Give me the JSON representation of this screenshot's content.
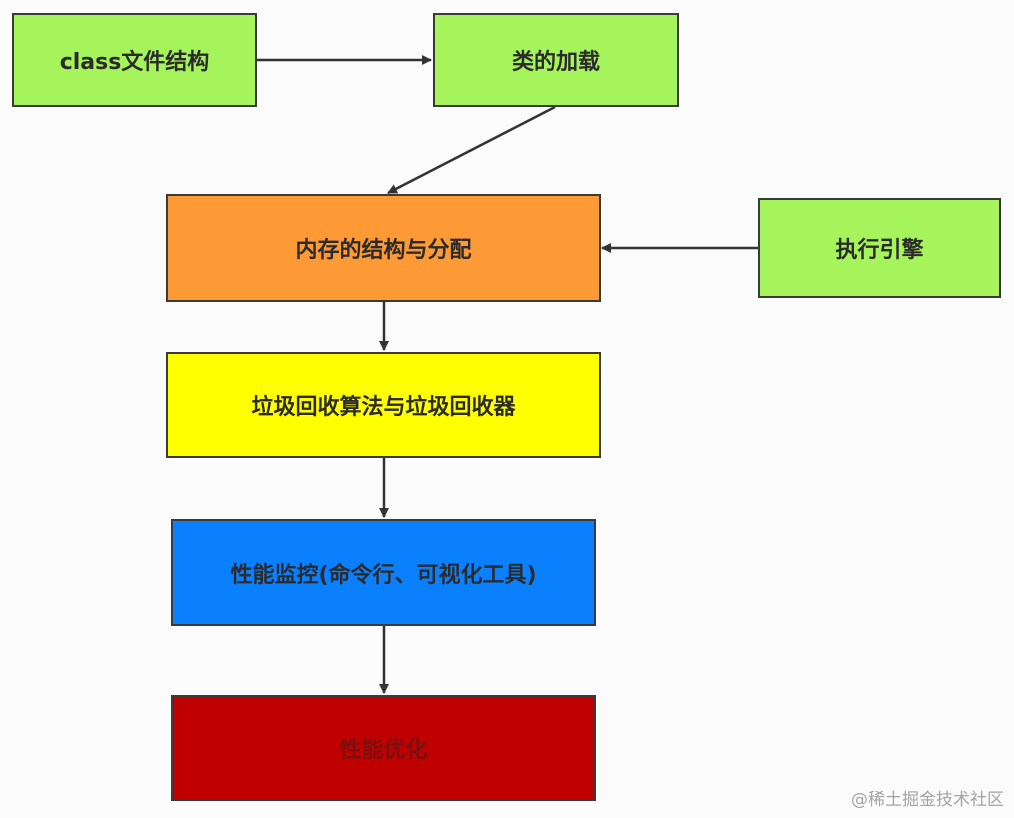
{
  "nodes": {
    "class_structure": {
      "label": "class文件结构",
      "color": "#a6f45b"
    },
    "class_loading": {
      "label": "类的加载",
      "color": "#a6f45b"
    },
    "memory_structure": {
      "label": "内存的结构与分配",
      "color": "#fd9a36"
    },
    "execution_engine": {
      "label": "执行引擎",
      "color": "#a6f45b"
    },
    "garbage_collection": {
      "label": "垃圾回收算法与垃圾回收器",
      "color": "#ffff00"
    },
    "performance_monitoring": {
      "label": "性能监控(命令行、可视化工具)",
      "color": "#0a80ff"
    },
    "performance_optimization": {
      "label": "性能优化",
      "color": "#c00000"
    }
  },
  "edges": [
    {
      "from": "class_structure",
      "to": "class_loading"
    },
    {
      "from": "class_loading",
      "to": "memory_structure"
    },
    {
      "from": "execution_engine",
      "to": "memory_structure"
    },
    {
      "from": "memory_structure",
      "to": "garbage_collection"
    },
    {
      "from": "garbage_collection",
      "to": "performance_monitoring"
    },
    {
      "from": "performance_monitoring",
      "to": "performance_optimization"
    }
  ],
  "watermark": "@稀土掘金技术社区"
}
